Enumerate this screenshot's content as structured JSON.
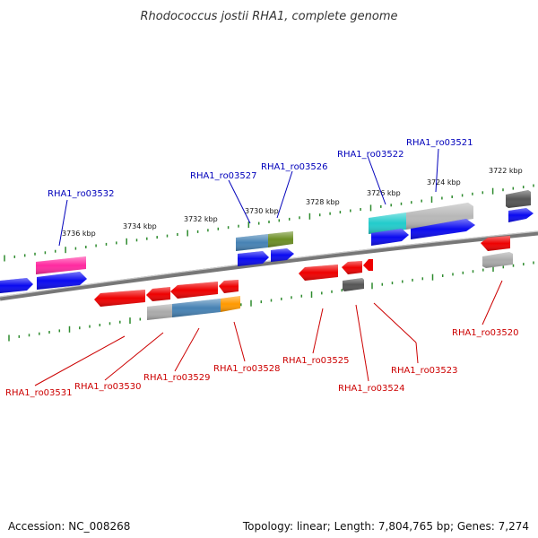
{
  "title": "Rhodococcus jostii RHA1, complete genome",
  "footer": {
    "accession": "Accession: NC_008268",
    "topology": "Topology: linear; Length: 7,804,765 bp; Genes: 7,274"
  },
  "scale_labels": [
    "3722 kbp",
    "3724 kbp",
    "3726 kbp",
    "3728 kbp",
    "3730 kbp",
    "3732 kbp",
    "3734 kbp",
    "3736 kbp"
  ],
  "colors": {
    "forward_label": "#0000bb",
    "reverse_label": "#cc0000",
    "backbone": "#808080",
    "scale_ticks": "#2e8b2e",
    "blue_gene": "#0a0af0",
    "red_gene": "#ee0000",
    "gray_gene": "#aaaaaa",
    "dark_gray_gene": "#555555",
    "pink_gene": "#ff2aa0",
    "cyan_gene": "#22cccc",
    "steelblue_gene": "#4682b4",
    "olive_gene": "#6b8e23",
    "orange_gene": "#ff9900"
  },
  "gene_labels_forward": [
    "RHA1_ro03532",
    "RHA1_ro03527",
    "RHA1_ro03526",
    "RHA1_ro03522",
    "RHA1_ro03521"
  ],
  "gene_labels_reverse": [
    "RHA1_ro03531",
    "RHA1_ro03530",
    "RHA1_ro03529",
    "RHA1_ro03528",
    "RHA1_ro03525",
    "RHA1_ro03524",
    "RHA1_ro03523",
    "RHA1_ro03520"
  ]
}
